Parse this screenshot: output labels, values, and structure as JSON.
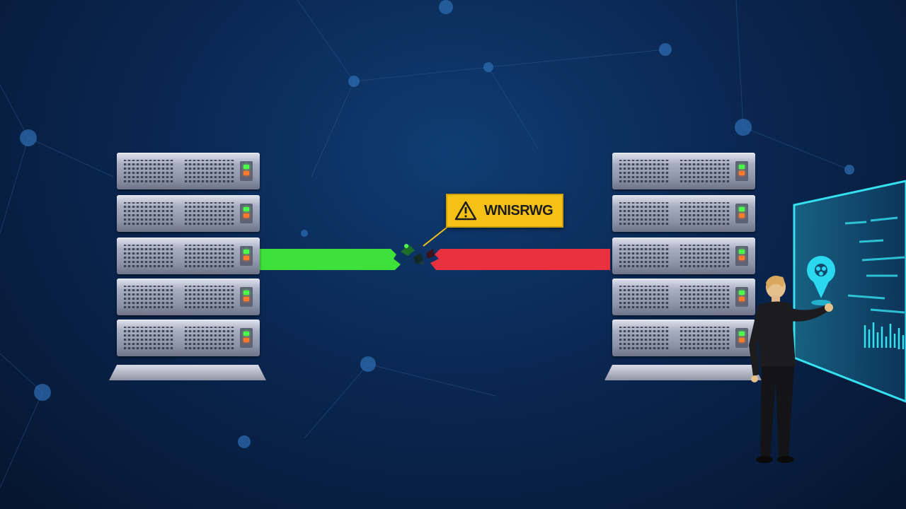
{
  "scene": {
    "warning_label": "WNISRWG",
    "colors": {
      "background": "#0a2752",
      "healthy_link": "#3ee03a",
      "broken_link": "#e8303e",
      "warning": "#f5c116",
      "hologram": "#35e0f0"
    }
  },
  "racks": {
    "left": {
      "units": 5
    },
    "right": {
      "units": 5
    }
  }
}
